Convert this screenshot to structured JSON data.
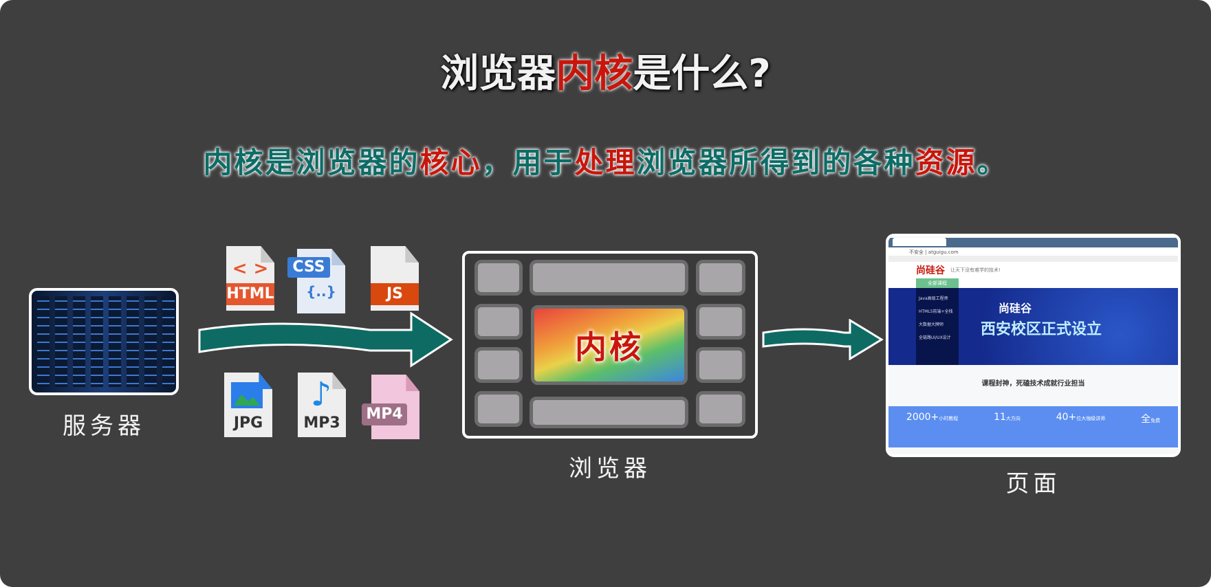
{
  "title": {
    "part1": "浏览器",
    "highlight": "内核",
    "part2": "是什么?"
  },
  "subtitle": {
    "s1": "内核是浏览器的",
    "h1": "核心",
    "s2": "，用于",
    "h2": "处理",
    "s3": "浏览器所得到的各种",
    "h3": "资源",
    "s4": "。"
  },
  "server": {
    "label": "服务器"
  },
  "files": {
    "html": "HTML",
    "css": "CSS",
    "css_glyph": "{..}",
    "js": "JS",
    "jpg": "JPG",
    "mp3": "MP3",
    "mp4": "MP4",
    "html_glyph": "< >"
  },
  "browser": {
    "label": "浏览器",
    "kernel": "内核"
  },
  "page": {
    "label": "页面",
    "address": "不安全 | atguigu.com",
    "logo": "尚硅谷",
    "slogan": "让天下没有难学的技术!",
    "nav_all": "全部课程",
    "menu": [
      "Java高级工程师",
      "HTML5前端+全栈",
      "大数据大牌师",
      "全链路UI/UX设计"
    ],
    "banner_brand": "尚硅谷",
    "banner_title": "西安校区正式设立",
    "section_title": "课程封神，死磕技术成就行业担当",
    "stats": [
      {
        "num": "2000+",
        "unit": "小时教程"
      },
      {
        "num": "11",
        "unit": "大方向"
      },
      {
        "num": "40+",
        "unit": "位大咖级讲师"
      },
      {
        "num": "全",
        "unit": "免费"
      }
    ]
  },
  "colors": {
    "background": "#3f3f3f",
    "teal": "#0d6c66",
    "red": "#c8160c",
    "stats_blue": "#5b8ef0",
    "banner": "#142a8c"
  }
}
